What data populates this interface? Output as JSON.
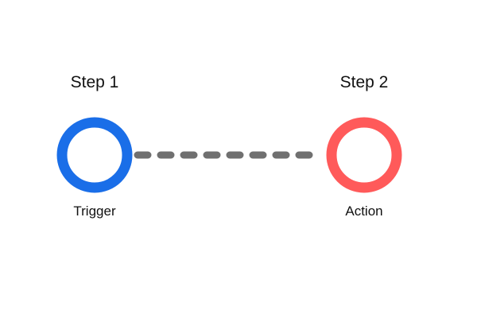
{
  "steps": [
    {
      "title": "Step 1",
      "caption": "Trigger",
      "color": "#1a6ee8"
    },
    {
      "title": "Step 2",
      "caption": "Action",
      "color": "#ff5a5a"
    }
  ],
  "connector": {
    "color": "#707070",
    "style": "dashed"
  }
}
